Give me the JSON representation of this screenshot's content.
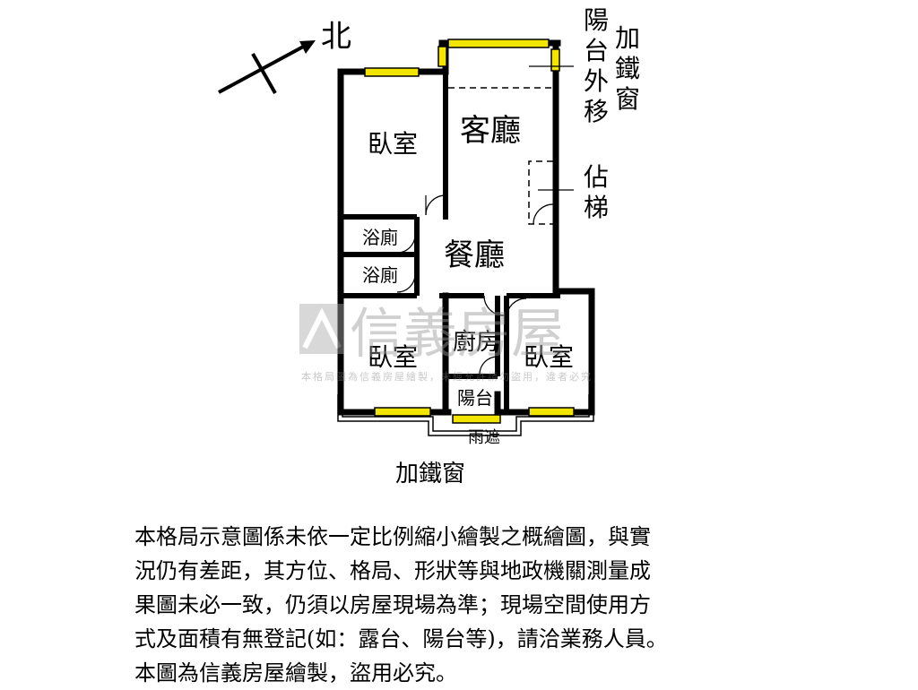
{
  "compass": {
    "label": "北"
  },
  "rooms": {
    "bedroom_nw": "臥室",
    "living_room": "客廳",
    "dining_room": "餐廳",
    "bathroom_1": "浴廁",
    "bathroom_2": "浴廁",
    "bedroom_sw": "臥室",
    "kitchen": "廚房",
    "bedroom_se": "臥室",
    "balcony_small": "陽台"
  },
  "annotations": {
    "balcony_moved_out": [
      "陽",
      "台",
      "外",
      "移"
    ],
    "iron_window_top": [
      "加",
      "鐵",
      "窗"
    ],
    "occupied_stair": [
      "佔",
      "梯"
    ],
    "rain_shelter": "雨遮",
    "iron_window_bottom": "加鐵窗"
  },
  "watermark": {
    "brand": "信義房屋",
    "notice": "本格局圖為信義房屋繪製，未經允許請勿盜用，違者必究"
  },
  "disclaimer": {
    "lines": [
      "本格局示意圖係未依一定比例縮小繪製之概繪圖，與實",
      "況仍有差距，其方位、格局、形狀等與地政機關測量成",
      "果圖未必一致，仍須以房屋現場為準；現場空間使用方",
      "式及面積有無登記(如：露台、陽台等)，請洽業務人員。",
      "本圖為信義房屋繪製，盜用必究。"
    ]
  },
  "colors": {
    "wall": "#000000",
    "window": "#f2e600",
    "watermark": "#bbbbbb"
  }
}
